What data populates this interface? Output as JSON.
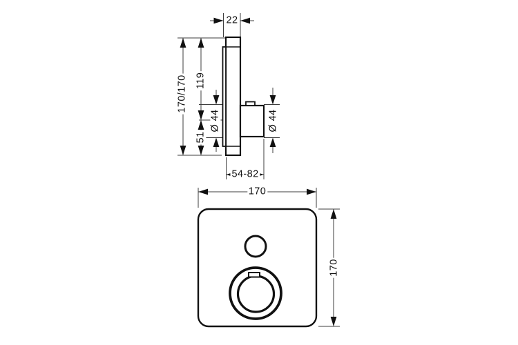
{
  "drawing": {
    "background_color": "#ffffff",
    "line_color": "#111111",
    "side_view": {
      "labels": {
        "depth": "22",
        "overall_height": "170/170",
        "top_to_axis": "119",
        "axis_to_bottom": "51",
        "knob_diameter_left": "Ø 44",
        "knob_diameter_right": "Ø 44",
        "installation_depth_range": "54-82"
      }
    },
    "front_view": {
      "labels": {
        "width": "170",
        "height": "170"
      }
    }
  }
}
